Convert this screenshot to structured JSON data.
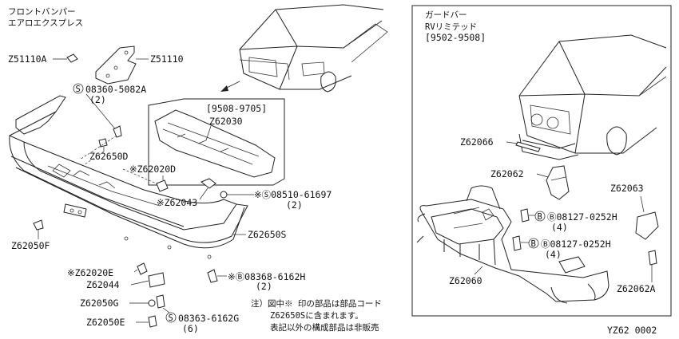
{
  "left_panel": {
    "title_line1": "フロントバンパー",
    "title_line2": "エアロエクスプレス",
    "inset": {
      "date_range": "[9508-9705]",
      "part": "Z62030"
    },
    "labels": {
      "z51110a": "Z51110A",
      "z51110": "Z51110",
      "bolt_5082a": "08360-5082A",
      "qty_2a": "(2)",
      "z62650d": "Z62650D",
      "z62020d": "※Z62020D",
      "z62043": "※Z62043",
      "bolt_61697": "※Ⓢ08510-61697",
      "qty_2b": "(2)",
      "z62050f": "Z62050F",
      "z62650s": "Z62650S",
      "z62020e": "※Z62020E",
      "z62044": "Z62044",
      "bolt_6162h": "※Ⓑ08368-6162H",
      "qty_2c": "(2)",
      "z62050g": "Z62050G",
      "bolt_6162g": "08363-6162G",
      "qty_6": "(6)",
      "z62050e": "Z62050E"
    },
    "note": {
      "line1": "注）図中※ 印の部品は部品コード",
      "line2": "Z62650Sに含まれます。",
      "line3": "表記以外の構成部品は非販売"
    }
  },
  "right_panel": {
    "title_line1": "ガードバー",
    "title_line2": "RVリミテッド",
    "title_line3": "[9502-9508]",
    "labels": {
      "z62066": "Z62066",
      "z62062": "Z62062",
      "z62063": "Z62063",
      "bolt_0252h_a": "Ⓑ08127-0252H",
      "qty_4a": "(4)",
      "bolt_0252h_b": "Ⓑ08127-0252H",
      "qty_4b": "(4)",
      "z62060": "Z62060",
      "z62062a": "Z62062A"
    }
  },
  "footer_code": "YZ62 0002"
}
